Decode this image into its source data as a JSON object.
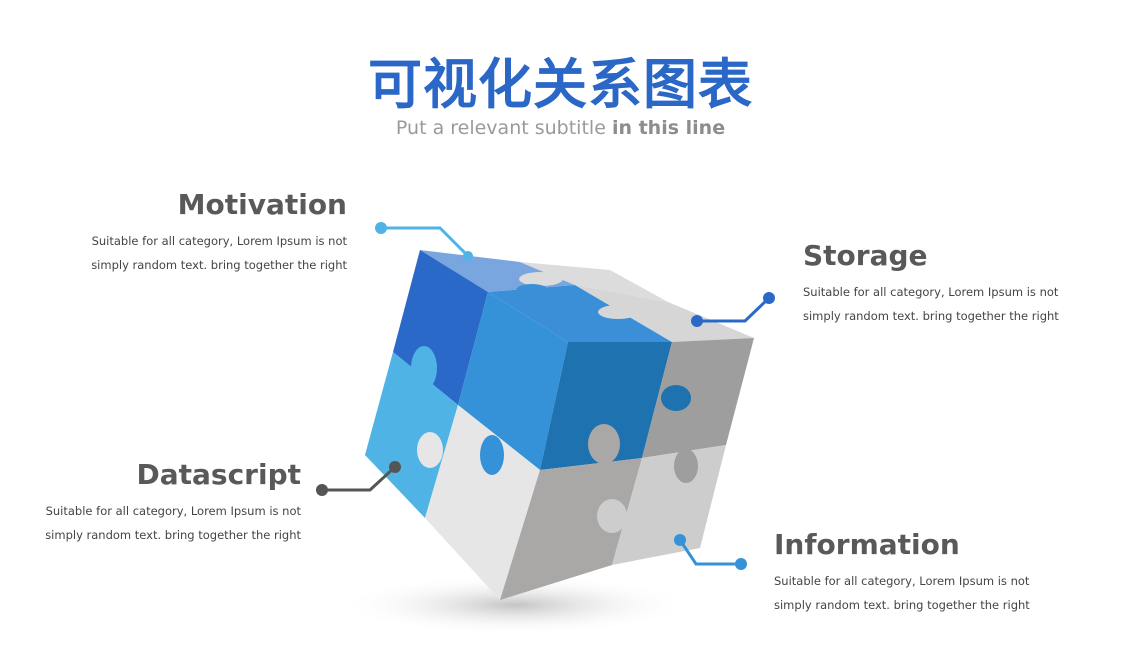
{
  "header": {
    "title": "可视化关系图表",
    "subtitle_regular": "Put a relevant subtitle",
    "subtitle_bold": "in this line"
  },
  "items": {
    "motivation": {
      "title": "Motivation",
      "line1": "Suitable for all category, Lorem Ipsum is not",
      "line2": "simply random text. bring together the right"
    },
    "storage": {
      "title": "Storage",
      "line1": "Suitable for all category, Lorem Ipsum is not",
      "line2": "simply random text. bring together the right"
    },
    "datascript": {
      "title": "Datascript",
      "line1": "Suitable for all category, Lorem Ipsum is not",
      "line2": "simply random text. bring together the right"
    },
    "information": {
      "title": "Information",
      "line1": "Suitable for all category, Lorem Ipsum is not",
      "line2": "simply random text. bring together the right"
    }
  },
  "colors": {
    "title_blue": "#2a67c6",
    "dark_blue": "#2b69c9",
    "mid_blue": "#3592d8",
    "deep_blue": "#1f72b0",
    "light_blue": "#4fb3e6",
    "pale_blue": "#7aa6e0",
    "connector_gray": "#555555",
    "puzzle_gray": "#a9a6a6",
    "puzzle_light": "#e6e6e6"
  },
  "icons": [
    "puzzle-cube-icon"
  ]
}
